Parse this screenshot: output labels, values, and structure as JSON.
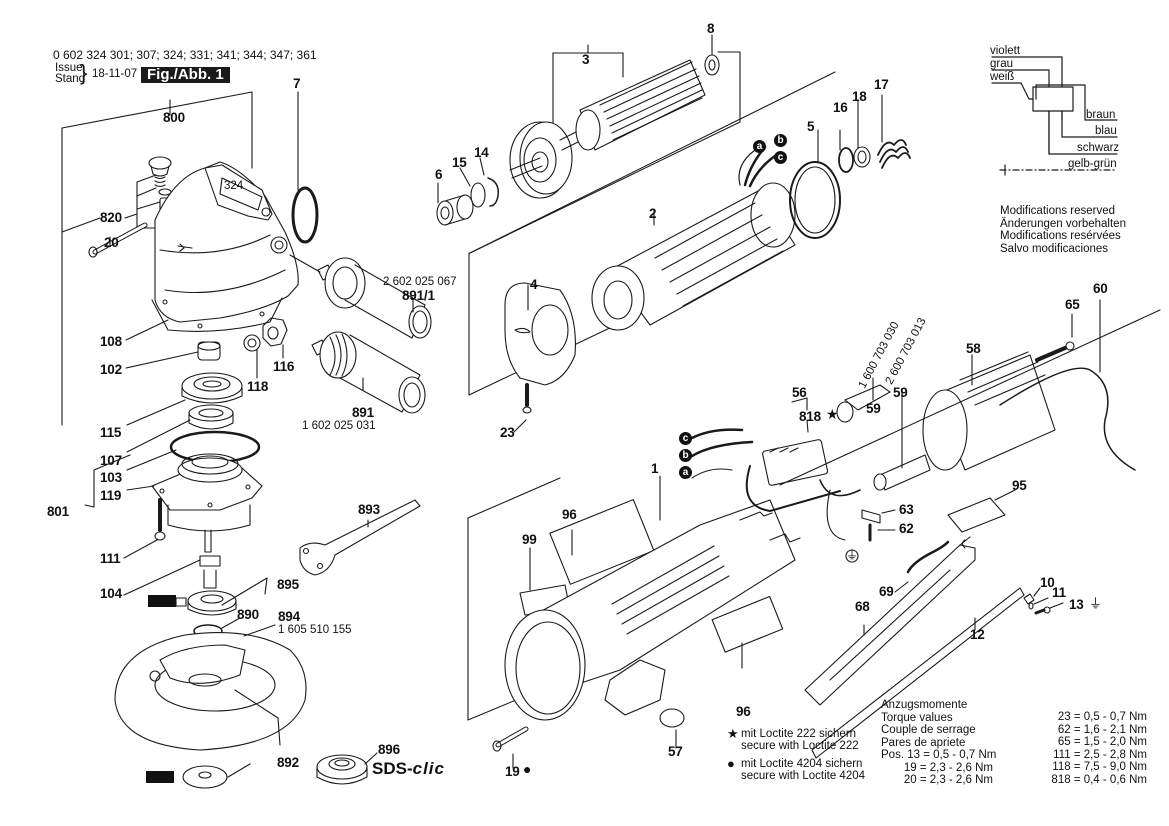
{
  "header": {
    "model_numbers": "0 602 324 301; 307; 324; 331; 341; 344; 347; 361",
    "issue_label_1": "Issue",
    "issue_label_2": "Stand",
    "issue_date": "18-11-07",
    "figure_label": "Fig./Abb. 1"
  },
  "wiring_legend": {
    "inputs": [
      "violett",
      "grau",
      "weiß"
    ],
    "outputs": [
      "braun",
      "blau",
      "schwarz",
      "gelb-grün"
    ]
  },
  "notice": [
    "Modifications reserved",
    "Änderungen vorbehalten",
    "Modifications resérvées",
    "Salvo modificaciones"
  ],
  "parts": {
    "p800": "800",
    "p820": "820",
    "p20": "20",
    "p7": "7",
    "p108": "108",
    "p102": "102",
    "p118": "118",
    "p116": "116",
    "p115": "115",
    "p107": "107",
    "p103": "103",
    "p119": "119",
    "p801": "801",
    "p111": "111",
    "p104": "104",
    "p895": "895",
    "p890": "890",
    "p894": "894",
    "p892": "892",
    "p896": "896",
    "p893": "893",
    "p891": "891",
    "p891_1": "891/1",
    "p3": "3",
    "p8": "8",
    "p6": "6",
    "p15": "15",
    "p14": "14",
    "p2": "2",
    "p5": "5",
    "p16": "16",
    "p18": "18",
    "p17": "17",
    "p4": "4",
    "p23": "23",
    "p1": "1",
    "p96a": "96",
    "p96b": "96",
    "p99": "99",
    "p57": "57",
    "p19": "19",
    "p56": "56",
    "p818": "818",
    "p58": "58",
    "p59a": "59",
    "p59b": "59",
    "p60": "60",
    "p65": "65",
    "p95": "95",
    "p63": "63",
    "p62": "62",
    "p69": "69",
    "p68": "68",
    "p12": "12",
    "p10": "10",
    "p11": "11",
    "p13": "13",
    "p324": "324"
  },
  "order_numbers": {
    "handle_891_1": "2 602 025 067",
    "handle_891": "1 602 025 031",
    "guard_894": "1 605 510 155",
    "cord_59_a": "1 600 703 030",
    "cord_59_b": "2 600 703 013"
  },
  "wire_badges": [
    "a",
    "b",
    "c"
  ],
  "brand_mark": {
    "sds": "SDS-",
    "clic": "clic"
  },
  "symbols": {
    "star": "★",
    "dot": "●",
    "ground": "⏚"
  },
  "loctite_notes": [
    {
      "symbol": "★",
      "line1": "mit Loctite 222 sichern",
      "line2": "secure with Loctite 222"
    },
    {
      "symbol": "●",
      "line1": "mit Loctite 4204 sichern",
      "line2": "secure with Loctite 4204"
    }
  ],
  "torque": {
    "headings": [
      "Anzugsmomente",
      "Torque values",
      "Couple de serrage",
      "Pares de apriete"
    ],
    "left_values": [
      "Pos. 13 = 0,5 - 0,7 Nm",
      "19 = 2,3 - 2,6 Nm",
      "20 = 2,3 - 2,6 Nm"
    ],
    "right_values": [
      "23 = 0,5 - 0,7 Nm",
      "62 = 1,6 - 2,1 Nm",
      "65 = 1,5 - 2,0 Nm",
      "111 = 2,5 - 2,8 Nm",
      "118 = 7,5 - 9,0 Nm",
      "818 = 0,4 - 0,6 Nm"
    ]
  }
}
